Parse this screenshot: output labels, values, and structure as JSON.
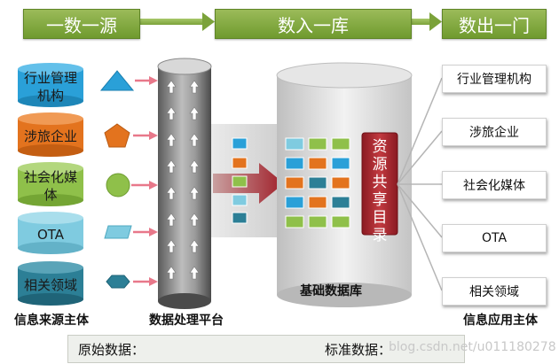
{
  "stages": [
    "一数一源",
    "数入一库",
    "数出一门"
  ],
  "sources": [
    "行业管理机构",
    "涉旅企业",
    "社会化媒体",
    "OTA",
    "相关领域"
  ],
  "source_colors": [
    "#2aa0d8",
    "#e3731e",
    "#8fc04a",
    "#7fcbe0",
    "#2c7f96"
  ],
  "shape_icons": [
    "triangle-icon",
    "pentagon-icon",
    "circle-icon",
    "parallelogram-icon",
    "hexagon-icon"
  ],
  "processing_label": "数据处理平台",
  "database_label": "基础数据库",
  "directory_label": "资源共享目录",
  "outputs": [
    "行业管理机构",
    "涉旅企业",
    "社会化媒体",
    "OTA",
    "相关领域"
  ],
  "source_subject_label": "信息来源主体",
  "application_subject_label": "信息应用主体",
  "legend": {
    "raw_label": "原始数据：",
    "standard_label": "标准数据："
  },
  "watermark": "blog.csdn.net/u011180278"
}
